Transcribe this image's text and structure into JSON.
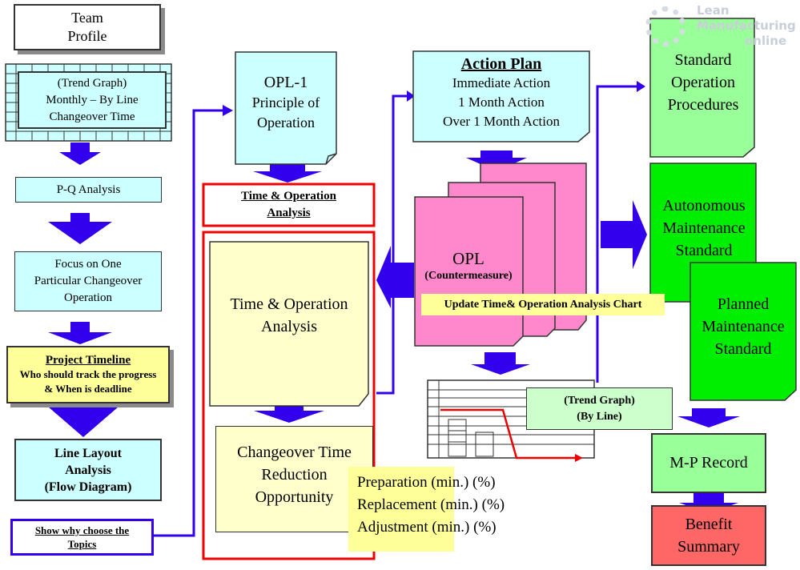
{
  "logo": {
    "line1": "Lean",
    "line2": "Manufacturing",
    "line3": "online"
  },
  "left_column": {
    "team_profile": [
      "Team",
      "Profile"
    ],
    "trend_graph_monthly": [
      "(Trend Graph)",
      "Monthly – By Line",
      "Changeover Time"
    ],
    "pq_analysis": "P-Q Analysis",
    "focus_changeover": [
      "Focus on One",
      "Particular Changeover",
      "Operation"
    ],
    "project_timeline": {
      "title": "Project Timeline",
      "lines": [
        "Who should track the progress",
        "& When is deadline"
      ]
    },
    "line_layout": [
      "Line Layout",
      "Analysis",
      "(Flow Diagram)"
    ],
    "show_why": [
      "Show why choose the",
      "Topics"
    ]
  },
  "middle_column": {
    "opl1": [
      "OPL-1",
      "Principle of",
      "Operation"
    ],
    "time_op_header": [
      "Time & Operation",
      "Analysis"
    ],
    "time_op_note": [
      "Time & Operation",
      "Analysis"
    ],
    "changeover_reduction": [
      "Changeover Time",
      "Reduction",
      "Opportunity"
    ],
    "breakdown": [
      "Preparation (min.) (%)",
      "Replacement (min.) (%)",
      "Adjustment (min.) (%)"
    ]
  },
  "center_column": {
    "action_plan": {
      "title": "Action Plan",
      "lines": [
        "Immediate Action",
        "1 Month Action",
        "Over 1 Month Action"
      ]
    },
    "opl": "OPL",
    "countermeasure": "(Countermeasure)",
    "update_chart": "Update Time& Operation Analysis Chart",
    "trend_graph_line": [
      "(Trend Graph)",
      "(By Line)"
    ]
  },
  "right_column": {
    "sop": [
      "Standard",
      "Operation",
      "Procedures"
    ],
    "autonomous": [
      "Autonomous",
      "Maintenance",
      "Standard"
    ],
    "planned": [
      "Planned",
      "Maintenance",
      "Standard"
    ],
    "mp_record": "M-P Record",
    "benefit": [
      "Benefit",
      "Summary"
    ]
  },
  "colors": {
    "cyan": "#ccffff",
    "yellow": "#ffff99",
    "pale_yellow": "#ffffcc",
    "pink": "#ff88cc",
    "light_green": "#99ff99",
    "green": "#00ee00",
    "mint": "#ccffcc",
    "red_box": "#ff6666",
    "arrow": "#3300ee",
    "connector": "#3300ee",
    "frame_red": "#ee0000"
  }
}
